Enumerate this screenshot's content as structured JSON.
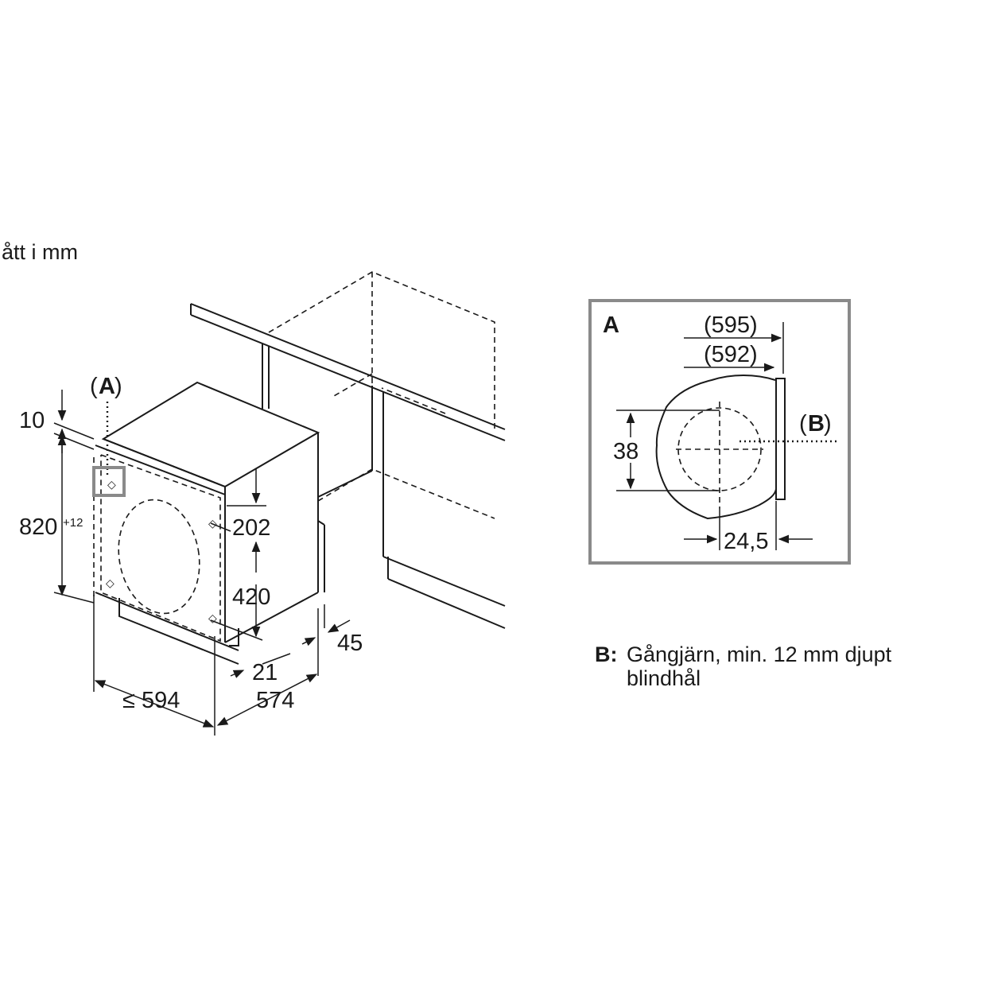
{
  "caption": "ått i mm",
  "main_view": {
    "callout_a": "A",
    "dim_top_gap": "10",
    "dim_height": "820",
    "dim_height_tolerance": "+12",
    "dim_hinge_top": "202",
    "dim_hinge_spacing": "420",
    "dim_plinth_depth": "45",
    "dim_door_offset": "21",
    "dim_width": "≤ 594",
    "dim_depth": "574"
  },
  "detail_a": {
    "title": "A",
    "dim_595": "(595)",
    "dim_592": "(592)",
    "callout_b": "B",
    "dim_38": "38",
    "dim_24_5": "24,5"
  },
  "note": {
    "key": "B:",
    "line1": "Gångjärn, min. 12 mm djupt",
    "line2": "blindhål"
  }
}
